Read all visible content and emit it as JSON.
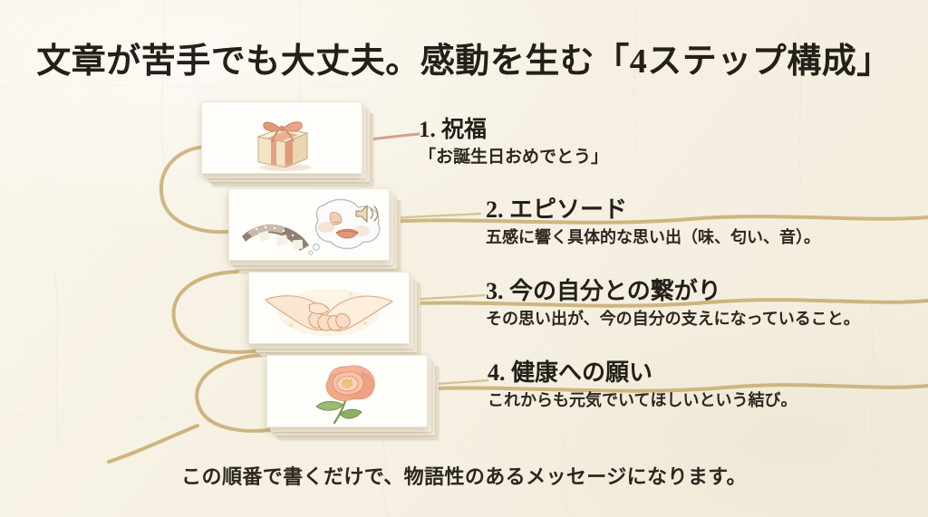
{
  "slide": {
    "title": "文章が苦手でも大丈夫。感動を生む「4ステップ構成」",
    "footer": "この順番で書くだけで、物語性のあるメッセージになります。",
    "background_color": "#f7f2e6",
    "text_color": "#241f18",
    "ribbon_color": "#c2a564",
    "accent_color": "#e08a6a"
  },
  "steps": [
    {
      "number": "1.",
      "heading": "1. 祝福",
      "subtext": "「お誕生日おめでとう」",
      "card_icon": "gift-box-illustration"
    },
    {
      "number": "2.",
      "heading": "2. エピソード",
      "subtext": "五感に響く具体的な思い出（味、匂い、音）。",
      "card_icon": "film-strip-and-senses-thought-illustration"
    },
    {
      "number": "3.",
      "heading": "3. 今の自分との繋がり",
      "subtext": "その思い出が、今の自分の支えになっていること。",
      "card_icon": "clasped-hands-illustration"
    },
    {
      "number": "4.",
      "heading": "4. 健康への願い",
      "subtext": "これからも元気でいてほしいという結び。",
      "card_icon": "peony-flower-illustration"
    }
  ]
}
